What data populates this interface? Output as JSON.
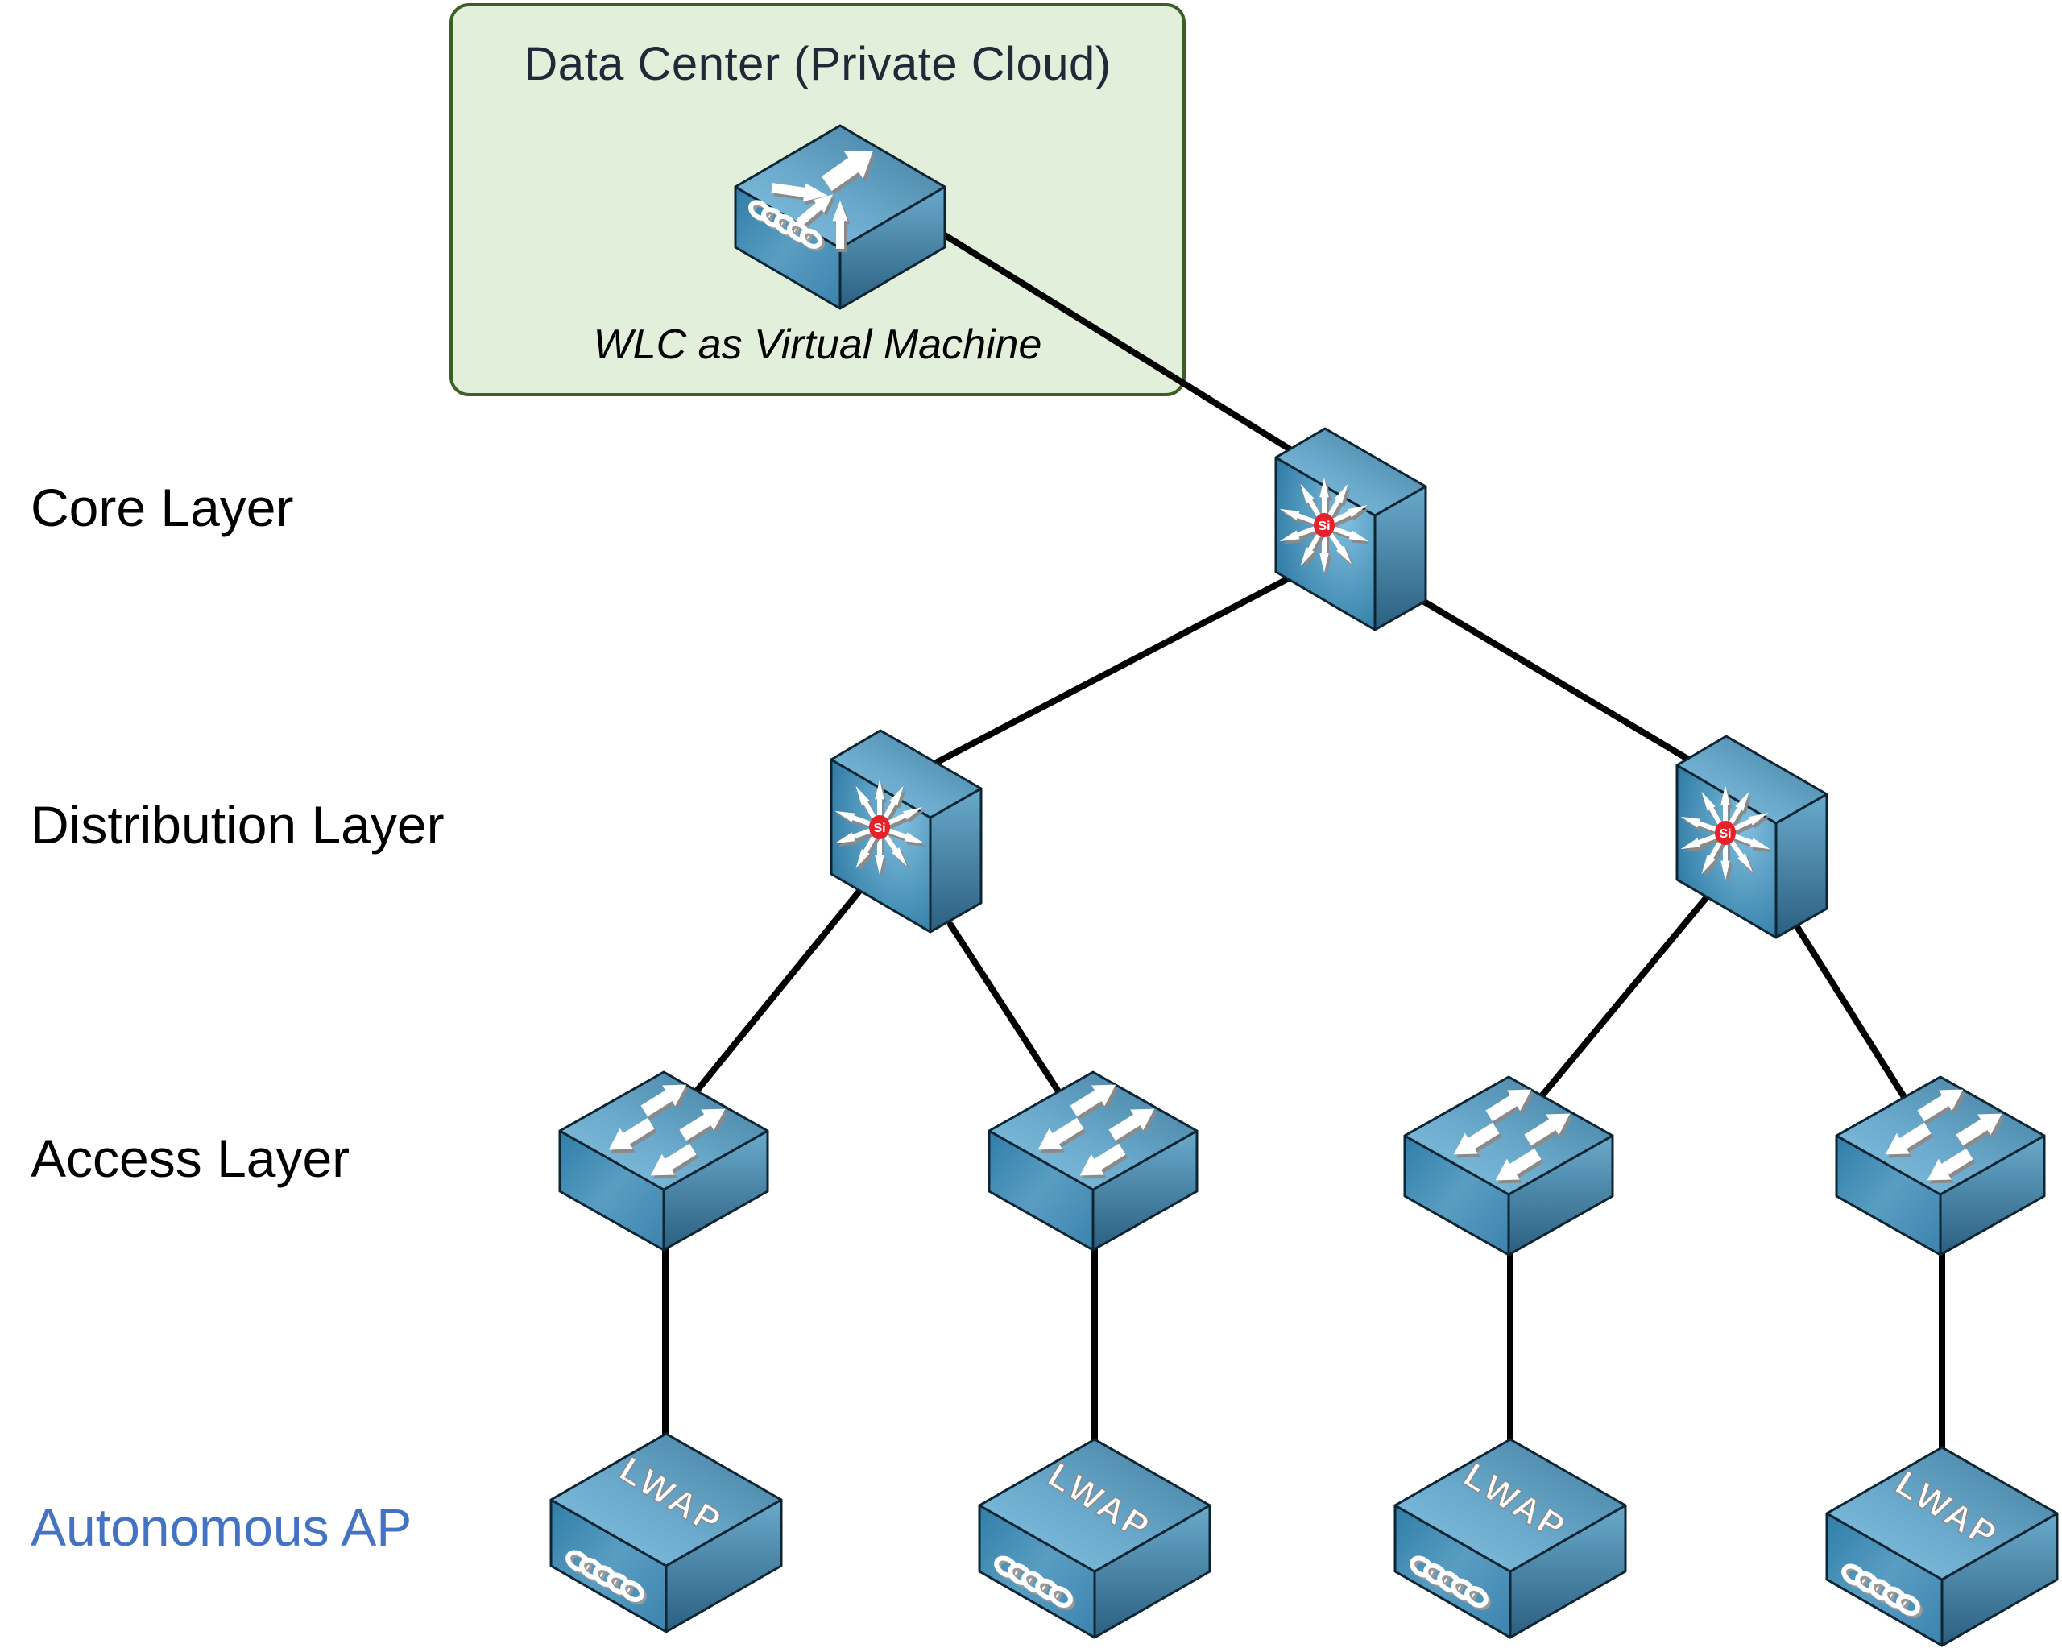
{
  "data_center": {
    "title": "Data Center (Private Cloud)",
    "wlc_label": "WLC as Virtual Machine",
    "fill_color": "#e2efda",
    "border_color": "#3d5e24"
  },
  "layers": {
    "core": "Core Layer",
    "distribution": "Distribution Layer",
    "access": "Access Layer",
    "ap": "Autonomous AP",
    "ap_color": "#4472c4"
  },
  "devices": {
    "wlc": {
      "type": "wireless-lan-controller",
      "icon": "wlc-icon"
    },
    "core": {
      "type": "multilayer-switch",
      "icon": "multilayer-switch-icon",
      "badge": "Si"
    },
    "distribution": [
      {
        "type": "multilayer-switch",
        "icon": "multilayer-switch-icon",
        "badge": "Si"
      },
      {
        "type": "multilayer-switch",
        "icon": "multilayer-switch-icon",
        "badge": "Si"
      }
    ],
    "access": [
      {
        "type": "switch",
        "icon": "switch-icon"
      },
      {
        "type": "switch",
        "icon": "switch-icon"
      },
      {
        "type": "switch",
        "icon": "switch-icon"
      },
      {
        "type": "switch",
        "icon": "switch-icon"
      }
    ],
    "aps": [
      {
        "type": "access-point",
        "icon": "lwap-icon",
        "label": "LWAP"
      },
      {
        "type": "access-point",
        "icon": "lwap-icon",
        "label": "LWAP"
      },
      {
        "type": "access-point",
        "icon": "lwap-icon",
        "label": "LWAP"
      },
      {
        "type": "access-point",
        "icon": "lwap-icon",
        "label": "LWAP"
      }
    ]
  },
  "links": [
    {
      "from": "wlc",
      "to": "core"
    },
    {
      "from": "core",
      "to": "distribution-1"
    },
    {
      "from": "core",
      "to": "distribution-2"
    },
    {
      "from": "distribution-1",
      "to": "access-1"
    },
    {
      "from": "distribution-1",
      "to": "access-2"
    },
    {
      "from": "distribution-2",
      "to": "access-3"
    },
    {
      "from": "distribution-2",
      "to": "access-4"
    },
    {
      "from": "access-1",
      "to": "ap-1"
    },
    {
      "from": "access-2",
      "to": "ap-2"
    },
    {
      "from": "access-3",
      "to": "ap-3"
    },
    {
      "from": "access-4",
      "to": "ap-4"
    }
  ],
  "colors": {
    "device_light": "#7fbfe0",
    "device_mid": "#4a8bb0",
    "device_dark": "#2a6284",
    "link": "#000000",
    "badge": "#e8202a"
  }
}
